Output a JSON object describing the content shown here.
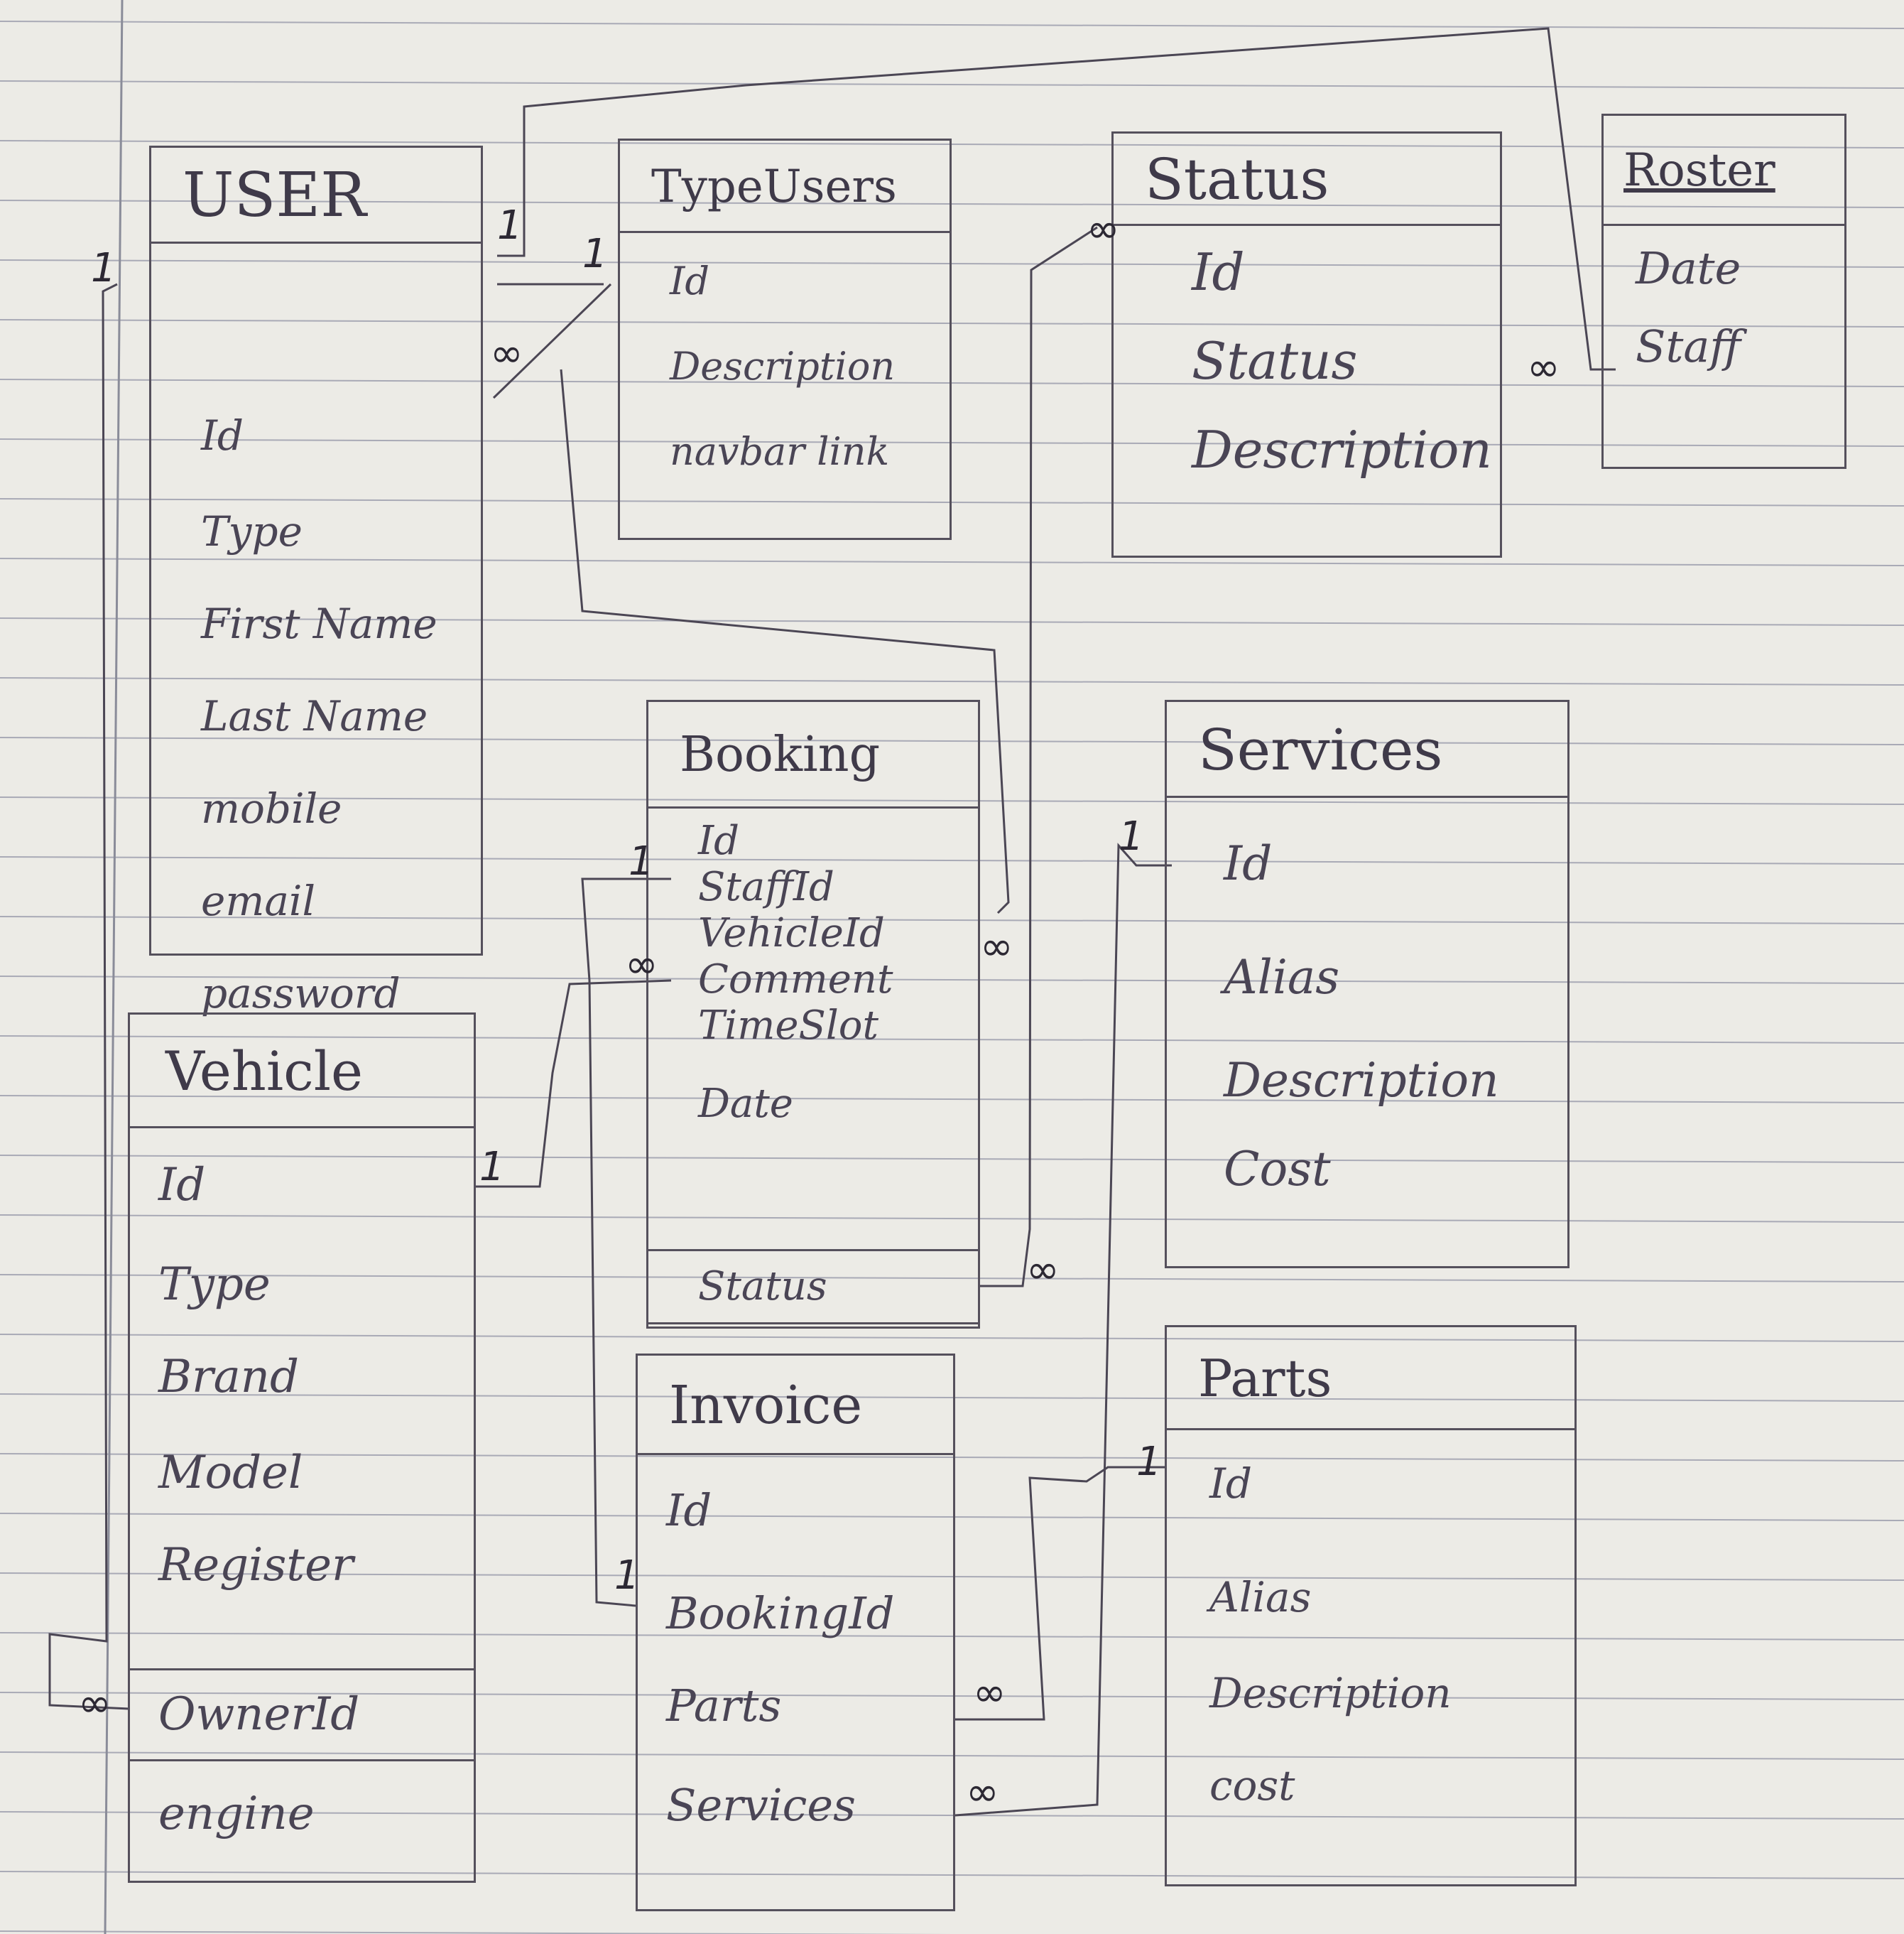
{
  "entities": {
    "user": {
      "title": "USER",
      "fields": [
        "Id",
        "Type",
        "First Name",
        "Last Name",
        "mobile",
        "email",
        "password"
      ]
    },
    "type_users": {
      "title": "TypeUsers",
      "fields": [
        "Id",
        "Description",
        "navbar link"
      ]
    },
    "status": {
      "title": "Status",
      "fields": [
        "Id",
        "Status",
        "Description"
      ]
    },
    "roster": {
      "title": "Roster",
      "fields": [
        "Date",
        "Staff"
      ]
    },
    "booking": {
      "title": "Booking",
      "fields": [
        "Id",
        "StaffId",
        "VehicleId",
        "Comment",
        "TimeSlot",
        "Date",
        "Status"
      ]
    },
    "services": {
      "title": "Services",
      "fields": [
        "Id",
        "Alias",
        "Description",
        "Cost"
      ]
    },
    "vehicle": {
      "title": "Vehicle",
      "fields": [
        "Id",
        "Type",
        "Brand",
        "Model",
        "Register",
        "OwnerId",
        "engine"
      ]
    },
    "invoice": {
      "title": "Invoice",
      "fields": [
        "Id",
        "BookingId",
        "Parts",
        "Services"
      ]
    },
    "parts": {
      "title": "Parts",
      "fields": [
        "Id",
        "Alias",
        "Description",
        "cost"
      ]
    }
  },
  "cardinality": {
    "one": "1",
    "many": "∞"
  },
  "colors": {
    "paper": "#ecebe6",
    "rule_line": "#a9aab6",
    "ink": "#4b4654"
  }
}
